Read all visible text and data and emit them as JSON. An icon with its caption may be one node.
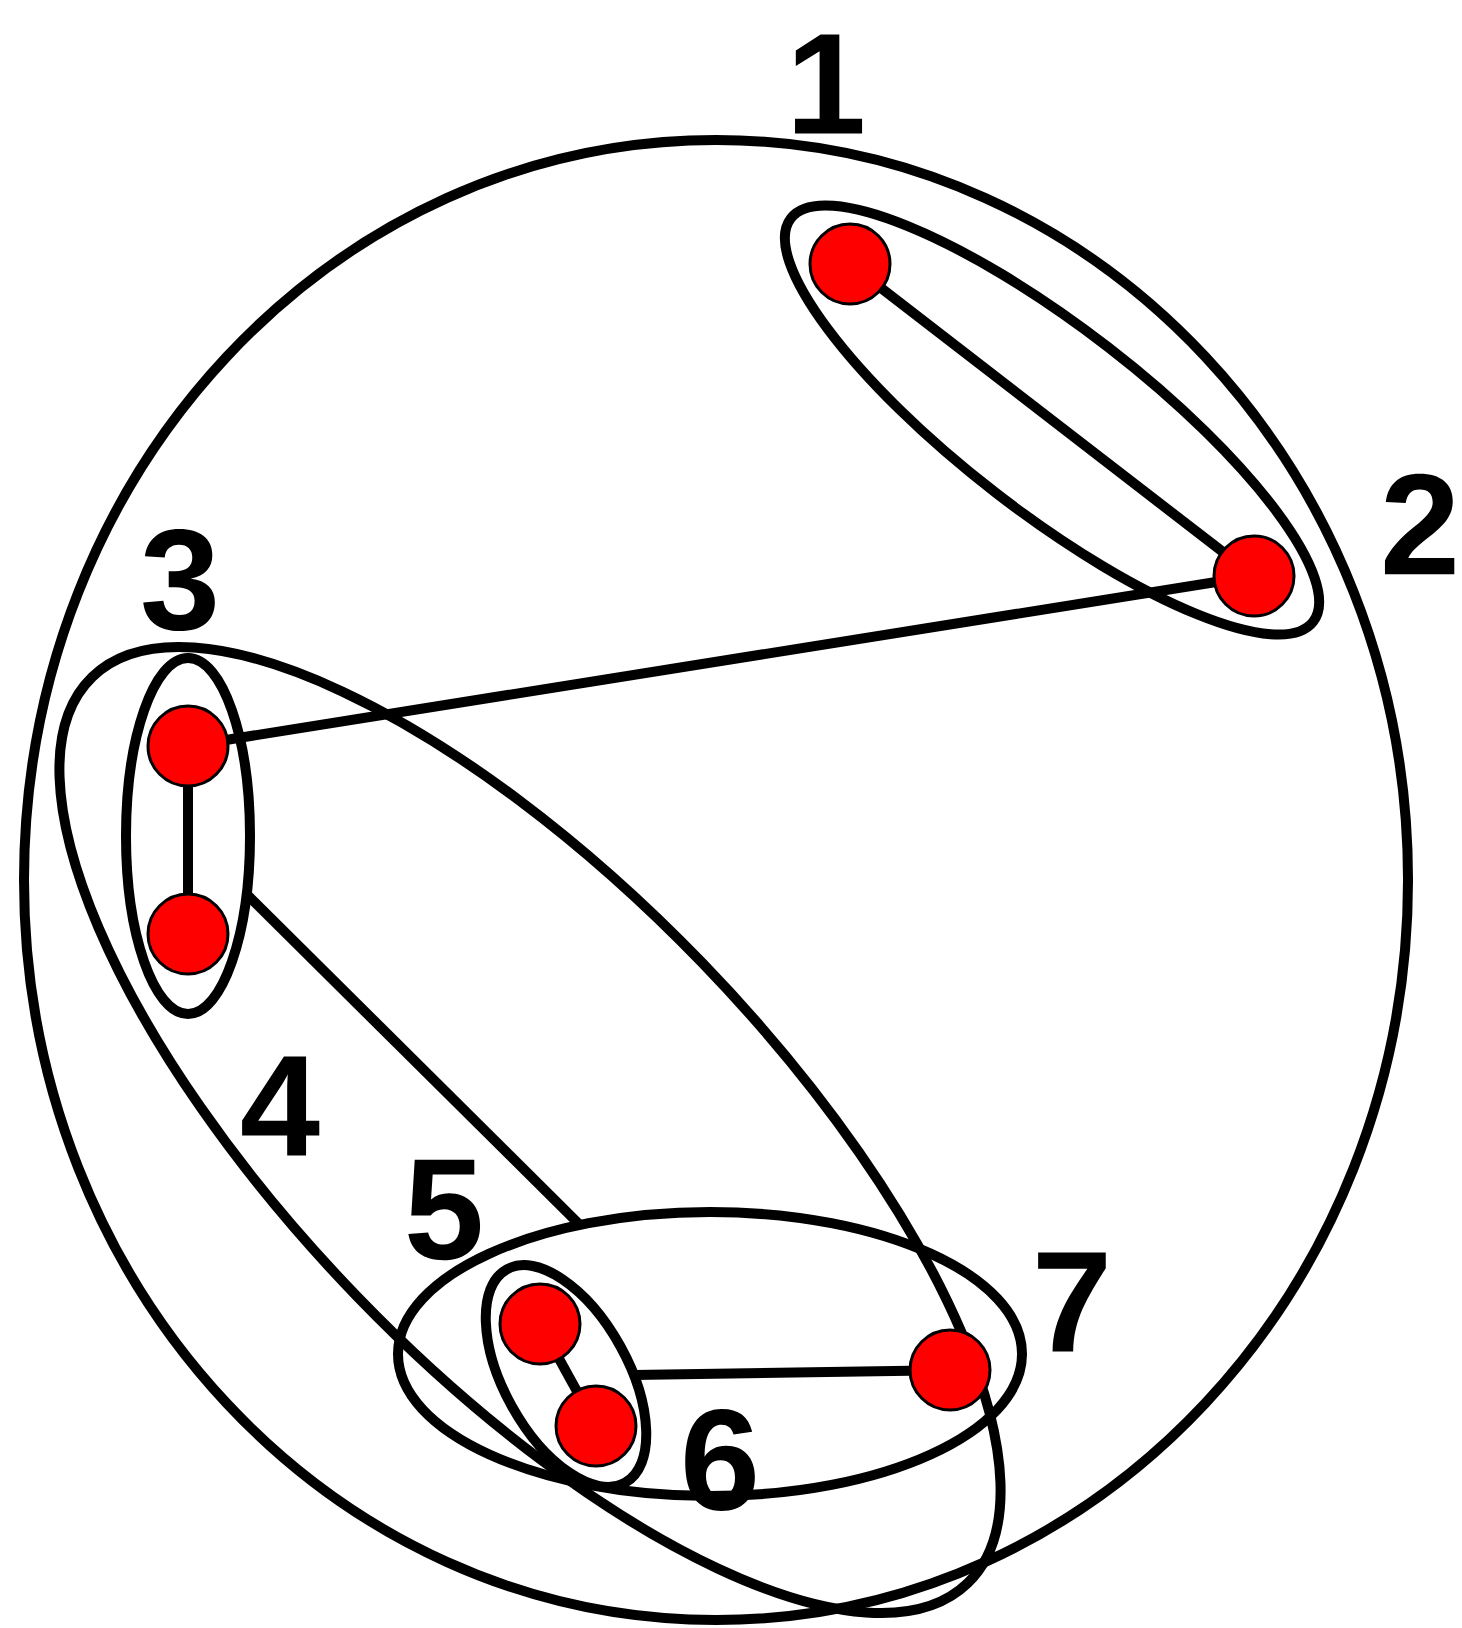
{
  "diagram": {
    "nodes": [
      {
        "text": [],
        "shape": "circle"
      },
      {
        "text": [],
        "shape": "ellipse",
        "in": 0
      },
      {
        "text": [],
        "shape": "dot",
        "in": 1,
        "beside": [
          "1"
        ]
      },
      {
        "text": [],
        "shape": "dot",
        "in": 1,
        "beside": [
          "2"
        ]
      },
      {
        "text": [],
        "shape": "ellipse",
        "in": 0
      },
      {
        "text": [],
        "shape": "ellipse",
        "in": 4
      },
      {
        "text": [],
        "shape": "dot",
        "in": 5,
        "beside": [
          "3"
        ]
      },
      {
        "text": [],
        "shape": "dot",
        "in": 5,
        "beside": [
          "4"
        ]
      },
      {
        "text": [],
        "shape": "ellipse",
        "in": 4
      },
      {
        "text": [],
        "shape": "ellipse",
        "in": 8
      },
      {
        "text": [],
        "shape": "dot",
        "in": 9,
        "beside": [
          "5"
        ]
      },
      {
        "text": [],
        "shape": "dot",
        "in": 9,
        "beside": [
          "6"
        ]
      },
      {
        "text": [],
        "shape": "dot",
        "in": 8,
        "beside": [
          "7"
        ]
      }
    ],
    "edges": [
      {
        "from": 2,
        "to": 3,
        "arrow": "none"
      },
      {
        "from": 3,
        "to": 6,
        "arrow": "none"
      },
      {
        "from": 6,
        "to": 7,
        "arrow": "none"
      },
      {
        "from": 5,
        "to": 8,
        "arrow": "none"
      },
      {
        "from": 10,
        "to": 11,
        "arrow": "none"
      },
      {
        "from": 9,
        "to": 12,
        "arrow": "none"
      }
    ]
  }
}
